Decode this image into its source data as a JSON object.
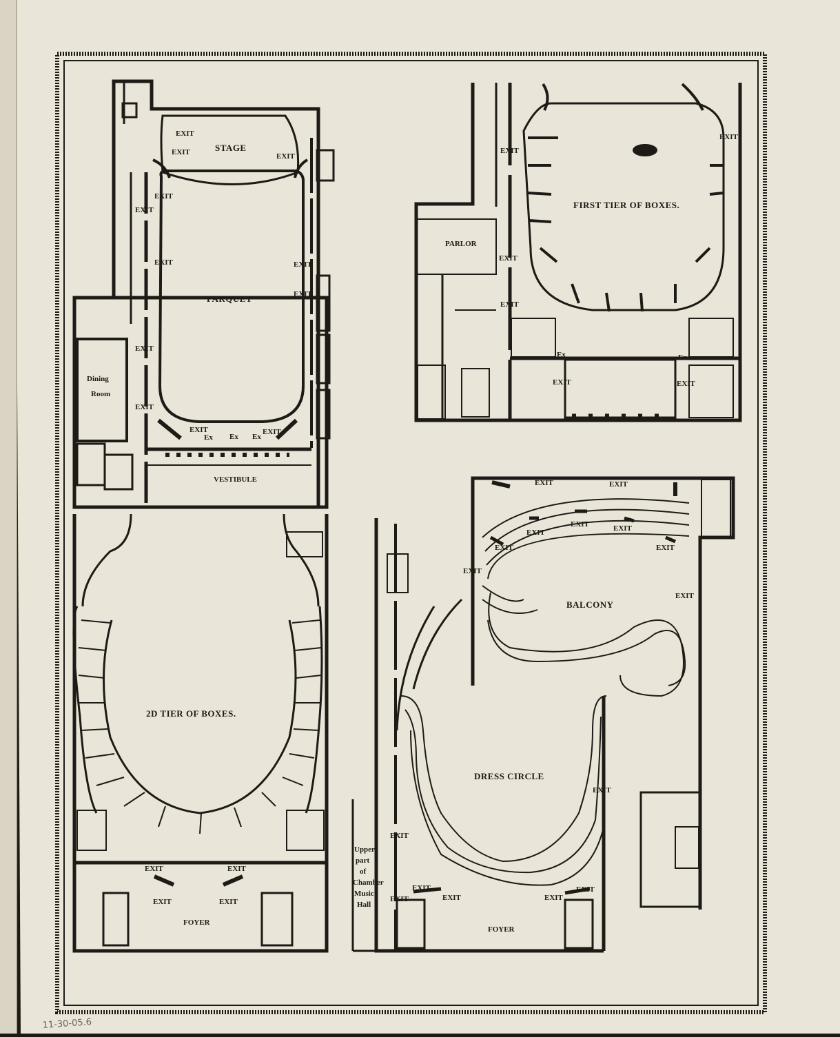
{
  "colors": {
    "paper": "#e9e5d8",
    "ink": "#1e1b17",
    "background": "#1d1915",
    "pencil": "#6d6356"
  },
  "annotation": {
    "pencil_note": "11-30-05.6"
  },
  "plans": {
    "parquet": {
      "stage": "STAGE",
      "parquet": "PARQUET",
      "vestibule": "VESTIBULE",
      "dining": "Dining",
      "room": "Room",
      "exit": "EXIT",
      "ex": "Ex"
    },
    "first_tier": {
      "title": "FIRST TIER OF BOXES.",
      "parlor": "PARLOR",
      "exit": "EXIT",
      "ex": "Ex"
    },
    "second_tier": {
      "title": "2D TIER OF BOXES.",
      "foyer": "FOYER",
      "exit": "EXIT"
    },
    "balcony": {
      "balcony": "BALCONY",
      "dress_circle": "DRESS CIRCLE",
      "foyer": "FOYER",
      "exit": "EXIT",
      "upper": "Upper",
      "part": "part",
      "of": "of",
      "chamber": "Chamber",
      "music": "Music",
      "hall": "Hall"
    }
  }
}
